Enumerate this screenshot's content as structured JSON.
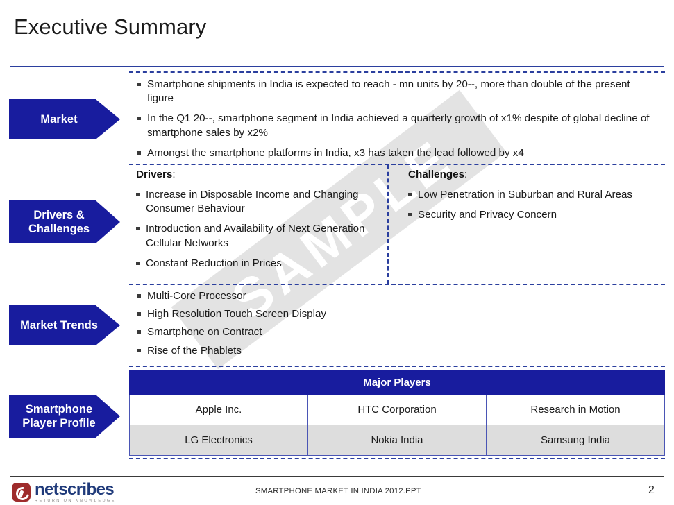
{
  "slide": {
    "title": "Executive Summary",
    "page_number": "2",
    "watermark_text": "SAMPLE",
    "accent_color": "#181c9e",
    "rule_color": "#2b3f9e",
    "alt_row_color": "#dddddd"
  },
  "sections": [
    {
      "key": "market",
      "label_lines": [
        "Market"
      ],
      "bullets": [
        "Smartphone shipments in India is expected to reach - mn units by 20--, more than double of the present figure",
        "In the Q1 20--, smartphone segment in India achieved a quarterly growth of x1% despite of global decline of smartphone sales by x2%",
        "Amongst the smartphone platforms in India, x3 has taken the lead followed by x4"
      ]
    },
    {
      "key": "drivers-challenges",
      "label_lines": [
        "Drivers &",
        "Challenges"
      ],
      "columns": [
        {
          "heading": "Drivers",
          "heading_suffix": ":",
          "bullets": [
            "Increase in Disposable Income and Changing Consumer Behaviour",
            "Introduction and Availability of Next Generation Cellular Networks",
            "Constant Reduction in Prices"
          ]
        },
        {
          "heading": "Challenges",
          "heading_suffix": ":",
          "bullets": [
            "Low Penetration in Suburban and Rural Areas",
            "Security and Privacy Concern"
          ]
        }
      ]
    },
    {
      "key": "market-trends",
      "label_lines": [
        "Market Trends"
      ],
      "bullets": [
        "Multi-Core Processor",
        "High Resolution Touch Screen Display",
        "Smartphone on Contract",
        "Rise of the Phablets"
      ]
    },
    {
      "key": "player-profile",
      "label_lines": [
        "Smartphone",
        "Player Profile"
      ]
    }
  ],
  "players_table": {
    "header": "Major Players",
    "rows": [
      [
        "Apple Inc.",
        "HTC Corporation",
        "Research in Motion"
      ],
      [
        "LG Electronics",
        "Nokia India",
        "Samsung India"
      ]
    ]
  },
  "footer": {
    "logo_word": "netscribes",
    "logo_tagline": "RETURN ON KNOWLEDGE",
    "document_name": "SMARTPHONE MARKET IN INDIA 2012.PPT"
  }
}
